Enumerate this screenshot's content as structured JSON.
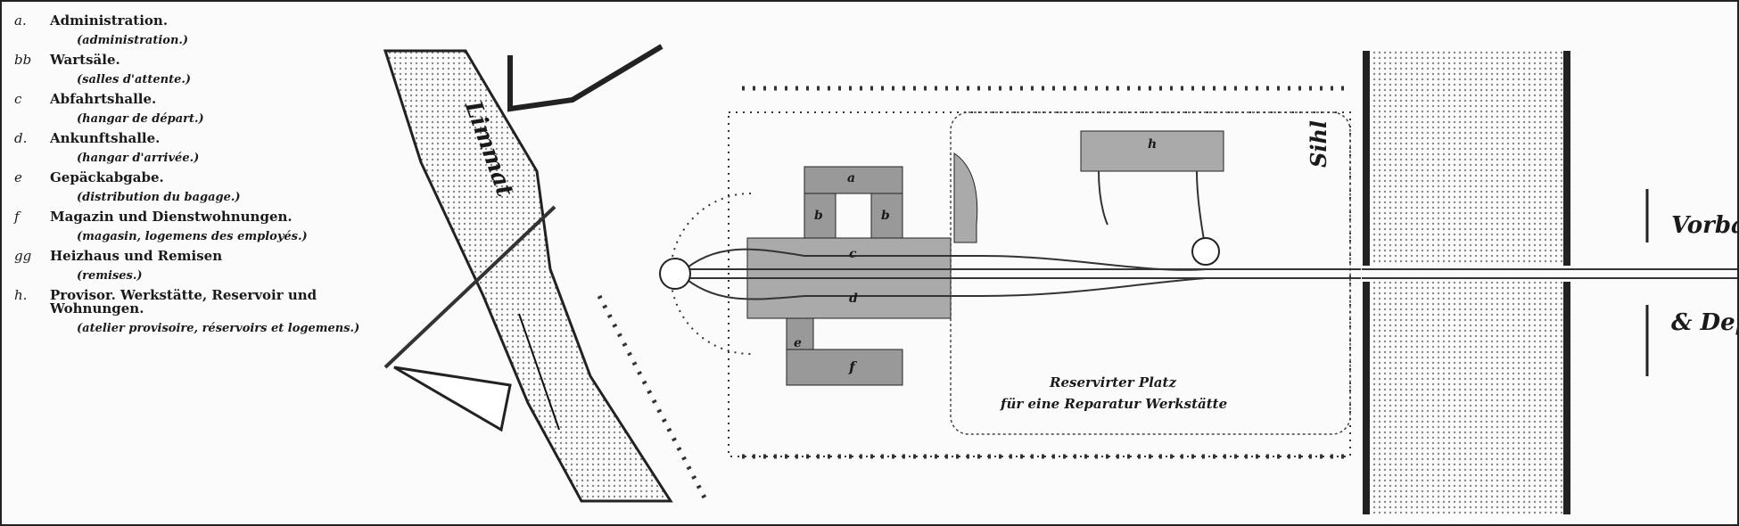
{
  "legend": [
    {
      "key": "a.",
      "de": "Administration.",
      "fr": "(administration.)"
    },
    {
      "key": "bb",
      "de": "Wartsäle.",
      "fr": "(salles d'attente.)"
    },
    {
      "key": "c",
      "de": "Abfahrtshalle.",
      "fr": "(hangar de départ.)"
    },
    {
      "key": "d.",
      "de": "Ankunftshalle.",
      "fr": "(hangar d'arrivée.)"
    },
    {
      "key": "e",
      "de": "Gepäckabgabe.",
      "fr": "(distribution du bagage.)"
    },
    {
      "key": "f",
      "de": "Magazin und Dienstwohnungen.",
      "fr": "(magasin, logemens des employés.)"
    },
    {
      "key": "gg",
      "de": "Heizhaus und Remisen",
      "fr": "(remises.)"
    },
    {
      "key": "h.",
      "de": "Provisor. Werkstätte, Reservoir und Wohnungen.",
      "fr": "(atelier provisoire, réservoirs et logemens.)"
    }
  ],
  "map": {
    "river_limmat": "Limmat",
    "river_sihl": "Sihl",
    "reserved_line1": "Reservirter Platz",
    "reserved_line2": "für eine Reparatur Werkstätte",
    "right_label1": "Vorba",
    "right_label2": "& Dep",
    "building_labels": {
      "a": "a",
      "b1": "b",
      "b2": "b",
      "c": "c",
      "d": "d",
      "e": "e",
      "f": "f",
      "h": "h"
    }
  },
  "colors": {
    "ink": "#1a1a1a",
    "river": "#bdbdbd",
    "paper": "#fbfbfb"
  }
}
